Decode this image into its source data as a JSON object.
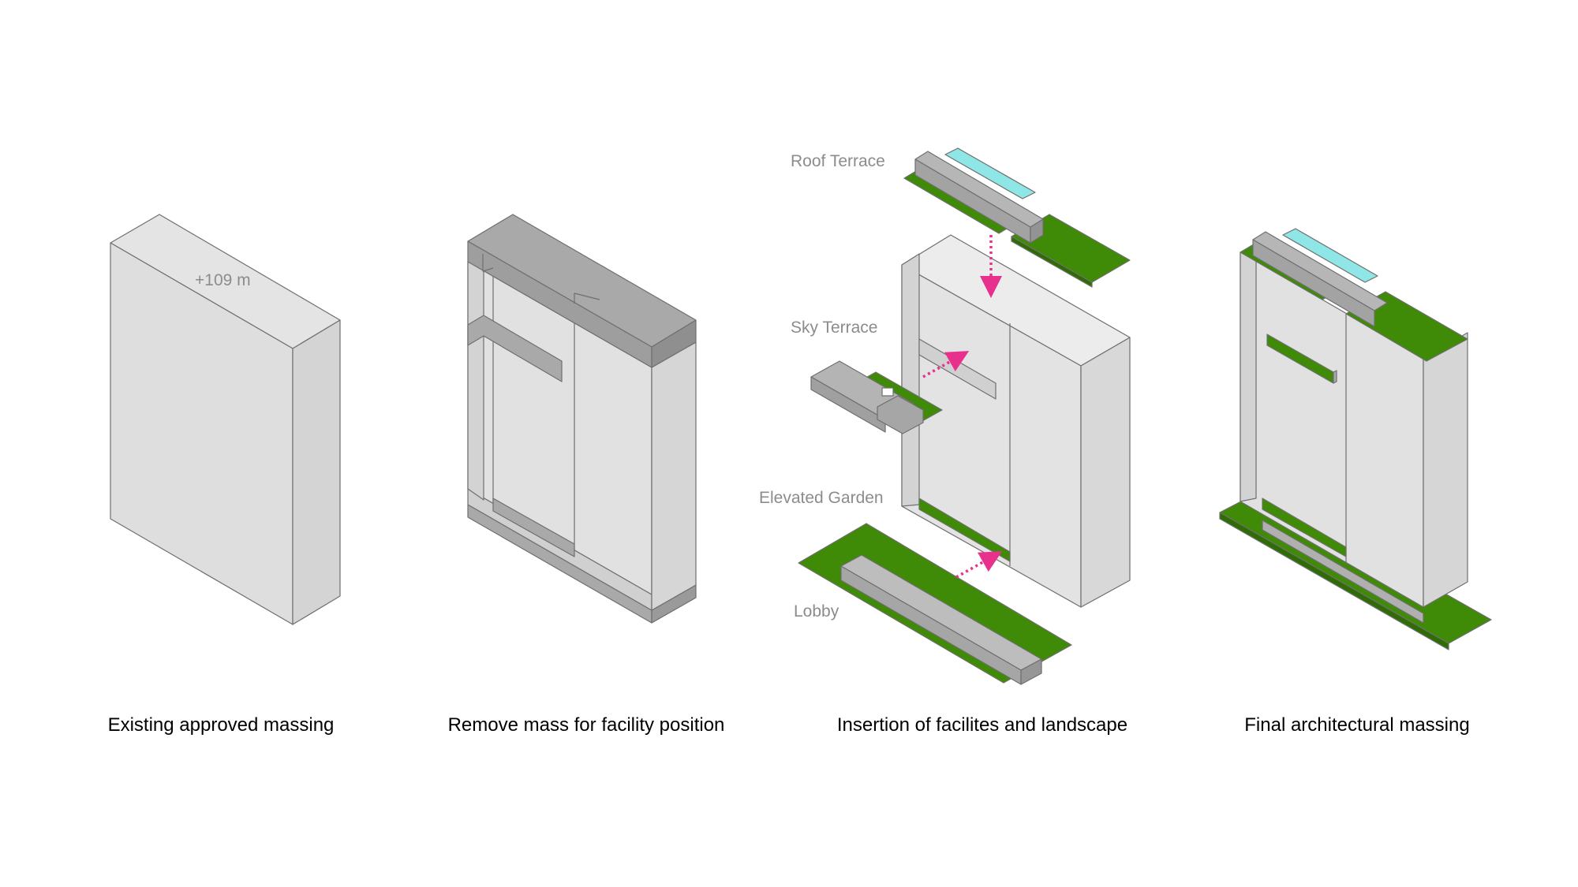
{
  "palette": {
    "wall_light": "#e1e1e1",
    "wall_side": "#d5d5d5",
    "cut_dark": "#a9a9a9",
    "green": "#3f8a06",
    "pool": "#8ee6e6",
    "arrow": "#e8318c",
    "outline": "#6f6f6f",
    "label_gray": "#8c8c8c"
  },
  "panels": [
    {
      "caption": "Existing approved massing",
      "height_label": "+109 m"
    },
    {
      "caption": "Remove mass for facility position"
    },
    {
      "caption": "Insertion of facilites and landscape",
      "labels": {
        "roof": "Roof Terrace",
        "sky": "Sky Terrace",
        "garden": "Elevated Garden",
        "lobby": "Lobby"
      }
    },
    {
      "caption": "Final architectural massing"
    }
  ]
}
